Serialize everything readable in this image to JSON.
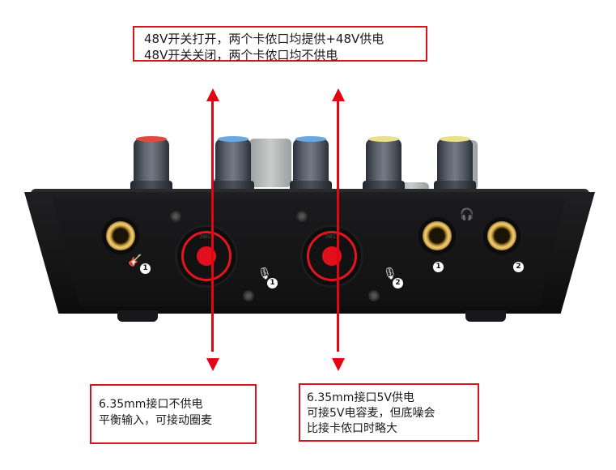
{
  "image": {
    "subject": "USB audio interface front panel with input/output jacks",
    "accent_color": "#e20613"
  },
  "callouts": {
    "top": {
      "lines": [
        "48V开关打开，两个卡侬口均提供+48V供电",
        "48V开关关闭，两个卡侬口均不供电"
      ]
    },
    "left": {
      "lines": [
        "6.35mm接口不供电",
        "平衡输入，可接动圈麦"
      ]
    },
    "right": {
      "lines": [
        "6.35mm接口5V供电",
        "可接5V电容麦，但底噪会",
        "比接卡侬口时略大"
      ]
    }
  },
  "device": {
    "knobs": [
      {
        "cap_color": "#e04a3c"
      },
      {
        "cap_color": "#6aa9e0"
      },
      {
        "cap_color": "#6aa9e0"
      },
      {
        "cap_color": "#e8e08a"
      },
      {
        "cap_color": "#e8e08a"
      }
    ],
    "ports": {
      "guitar_input": {
        "icon": "guitar-icon",
        "number": "1"
      },
      "mic_input_1": {
        "icon": "microphone-icon",
        "number": "1",
        "xlr_label": "3W11"
      },
      "mic_input_2": {
        "icon": "microphone-icon",
        "number": "2",
        "xlr_label": "3W11"
      },
      "headphone_outputs": {
        "icon": "headphones-icon",
        "numbers": [
          "1",
          "2"
        ]
      }
    }
  }
}
